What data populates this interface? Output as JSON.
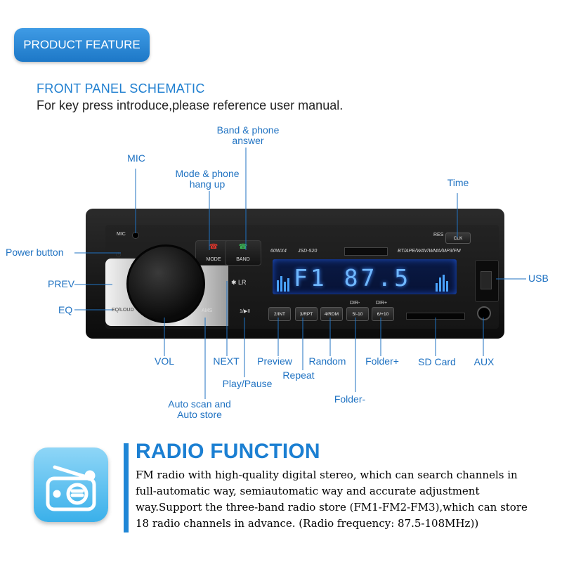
{
  "header": {
    "badge": "PRODUCT FEATURE",
    "title": "FRONT PANEL SCHEMATIC",
    "subtitle": "For key press introduce,please reference user manual."
  },
  "callouts": {
    "band_phone_1": "Band & phone",
    "band_phone_2": "answer",
    "mic": "MIC",
    "mode_phone_1": "Mode & phone",
    "mode_phone_2": "hang up",
    "time": "Time",
    "power": "Power button",
    "prev": "PREV",
    "eq": "EQ",
    "usb": "USB",
    "vol": "VOL",
    "next": "NEXT",
    "preview": "Preview",
    "random": "Random",
    "folder_plus": "Folder+",
    "sd_card": "SD Card",
    "aux": "AUX",
    "play_pause": "Play/Pause",
    "repeat": "Repeat",
    "auto_scan_1": "Auto scan and",
    "auto_scan_2": "Auto store",
    "folder_minus": "Folder-"
  },
  "device": {
    "mic": "MIC",
    "res": "RES",
    "clk": "CLK",
    "mode": "MODE",
    "band": "BAND",
    "power_rating": "60WX4",
    "model": "JSD-520",
    "formats": "BT/APE/WAV/WMA/MP3/FM",
    "eq_loud": "EQ/LOUD",
    "ams": "AMS",
    "btn1": "1/▶II",
    "btn2": "2/INT",
    "btn3": "3/RPT",
    "btn4": "4/RDM",
    "btn5": "5/-10",
    "btn6": "6/+10",
    "dir_minus": "DIR-",
    "dir_plus": "DIR+",
    "lcd": "F1  87.5"
  },
  "radio_function": {
    "title": "RADIO FUNCTION",
    "body_lines": [
      "FM radio with high-quality digital stereo, which can search channels in",
      "full-automatic way, semiautomatic way and accurate adjustment",
      "way.Support the three-band radio store (FM1-FM2-FM3),which can store",
      "18 radio channels in advance. (Radio frequency: 87.5-108MHz))"
    ]
  },
  "colors": {
    "accent": "#1f7fd0",
    "label": "#1f72c2",
    "lcd": "#6fb7ff"
  }
}
